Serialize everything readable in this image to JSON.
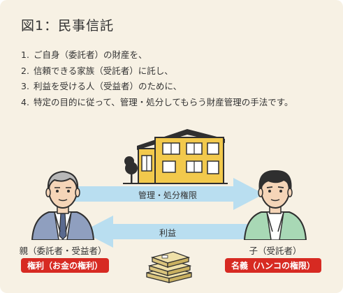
{
  "title": "図1：民事信託",
  "steps": [
    {
      "num": "1.",
      "text": "ご自身（委託者）の財産を、"
    },
    {
      "num": "2.",
      "text": "信頼できる家族（受託者）に託し、"
    },
    {
      "num": "3.",
      "text": "利益を受ける人（受益者）のために、"
    },
    {
      "num": "4.",
      "text": "特定の目的に従って、管理・処分してもらう財産管理の手法です。"
    }
  ],
  "diagram": {
    "arrow_right_label": "管理・処分権限",
    "arrow_left_label": "利益",
    "parent": {
      "name": "親（委託者・受益者）",
      "badge": "権利（お金の権利）"
    },
    "child": {
      "name": "子（受託者）",
      "badge": "名義（ハンコの権限）"
    }
  },
  "colors": {
    "background": "#f7f1e4",
    "arrow": "#b9def0",
    "badge": "#d72a22",
    "house_wall": "#f2c94c",
    "parent_jacket": "#8f9fbf",
    "child_jacket": "#a8d8b5"
  }
}
